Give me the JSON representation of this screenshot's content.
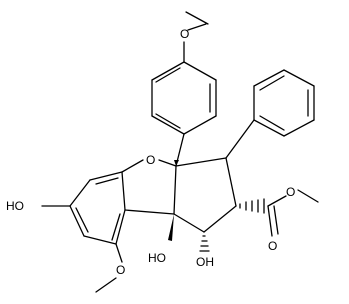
{
  "labels": {
    "oxygen": "O",
    "hydroxyl_left": "HO",
    "hydroxyl_bottom_left": "HO",
    "hydroxyl_bottom": "OH",
    "ether_oxygen_top": "O",
    "ester_carbonyl_oxygen": "O",
    "ester_oxygen": "O",
    "methoxy_bottom_oxygen": "O"
  },
  "colors": {
    "bond": "#000000",
    "background": "#ffffff"
  }
}
